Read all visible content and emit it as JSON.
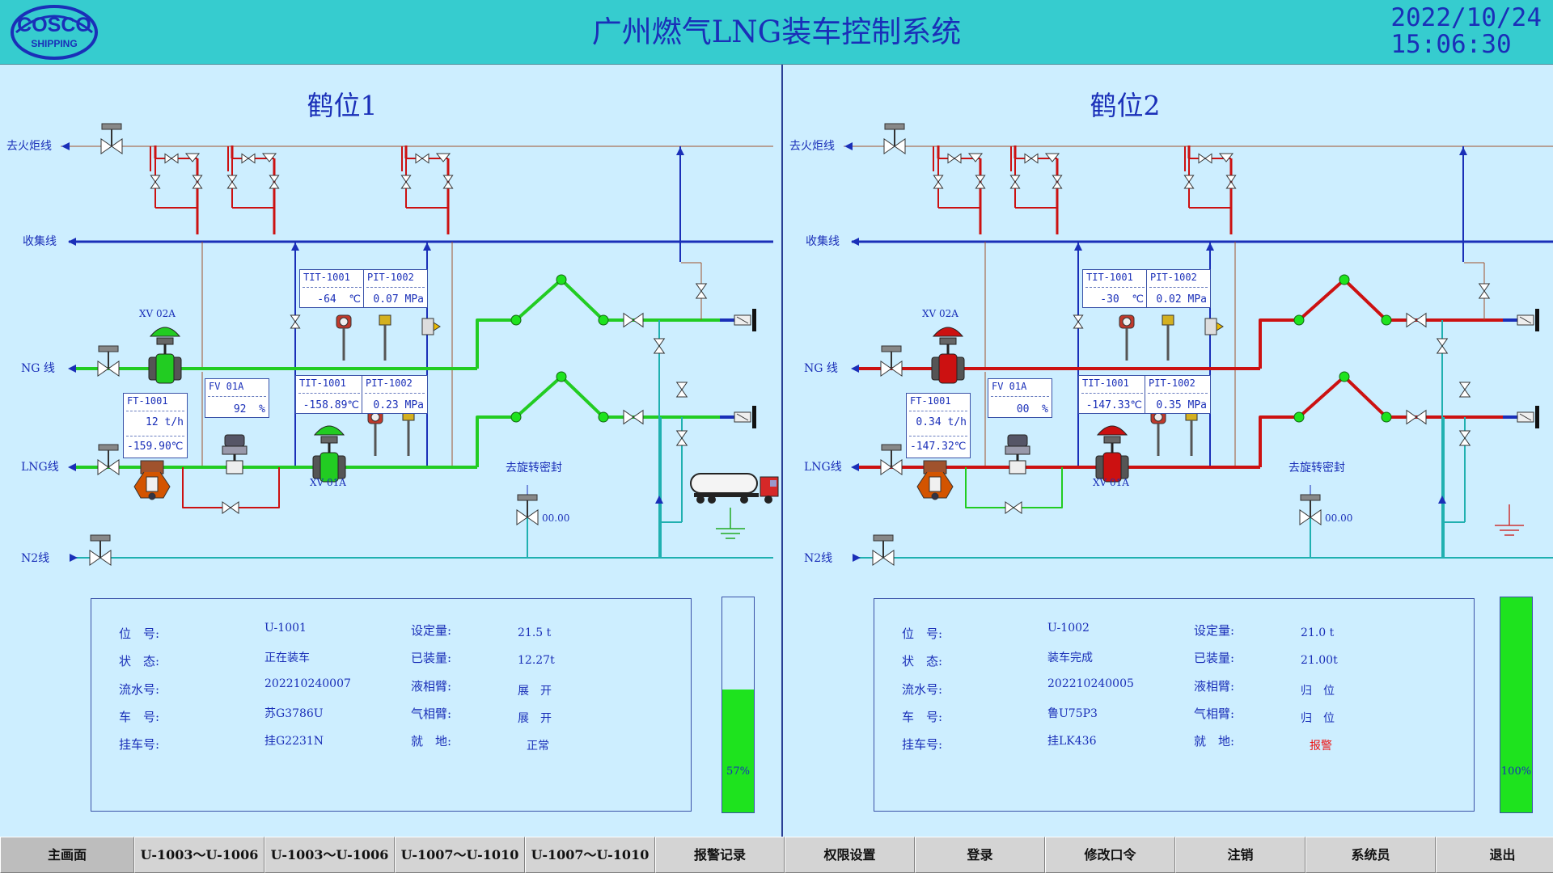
{
  "header": {
    "title": "广州燃气LNG装车控制系统",
    "date": "2022/10/24",
    "time": "15:06:30",
    "logo_text_top": "COSCO",
    "logo_text_bottom": "SHIPPING"
  },
  "lines": {
    "flare": "去火炬线",
    "collect": "收集线",
    "ng": "NG 线",
    "lng": "LNG线",
    "n2": "N2线",
    "seal": "去旋转密封"
  },
  "colors": {
    "pipe_active": "#22cc22",
    "pipe_alarm": "#cc1111",
    "pipe_main": "#1a2fb8",
    "pipe_aux": "#20b0b0",
    "pipe_thin": "#8b4513",
    "accent": "#1a2fb8"
  },
  "positions": [
    {
      "title": "鹤位1",
      "state": "green",
      "xv02a": "XV 02A",
      "xv01a": "XV 01A",
      "tit_top": {
        "tag": "TIT-1001",
        "value": "-64",
        "unit": "℃"
      },
      "pit_top": {
        "tag": "PIT-1002",
        "value": "0.07 MPa"
      },
      "tit_bot": {
        "tag": "TIT-1001",
        "value": "-158.89℃"
      },
      "pit_bot": {
        "tag": "PIT-1002",
        "value": "0.23 MPa"
      },
      "ft": {
        "tag": "FT-1001",
        "flow": "12 t/h",
        "temp": "-159.90℃"
      },
      "fv": {
        "tag": "FV 01A",
        "value": "92",
        "unit": "%"
      },
      "seal_value": "00.00",
      "info": {
        "k_pos": "位　号:",
        "v_pos": "U-1001",
        "k_state": "状　态:",
        "v_state": "正在装车",
        "k_serial": "流水号:",
        "v_serial": "202210240007",
        "k_truck": "车　号:",
        "v_truck": "苏G3786U",
        "k_trailer": "挂车号:",
        "v_trailer": "挂G2231N",
        "k_set": "设定量:",
        "v_set": "21.5  t",
        "k_loaded": "已装量:",
        "v_loaded": "12.27t",
        "k_liquid": "液相臂:",
        "v_liquid": "展　开",
        "k_gas": "气相臂:",
        "v_gas": "展　开",
        "k_ground": "就　地:",
        "v_ground": "正常",
        "ground_color": "#1a2fb8"
      },
      "gauge": {
        "percent": 57,
        "label": "57%"
      }
    },
    {
      "title": "鹤位2",
      "state": "red",
      "xv02a": "XV 02A",
      "xv01a": "XV 01A",
      "tit_top": {
        "tag": "TIT-1001",
        "value": "-30",
        "unit": "℃"
      },
      "pit_top": {
        "tag": "PIT-1002",
        "value": "0.02 MPa"
      },
      "tit_bot": {
        "tag": "TIT-1001",
        "value": "-147.33℃"
      },
      "pit_bot": {
        "tag": "PIT-1002",
        "value": "0.35 MPa"
      },
      "ft": {
        "tag": "FT-1001",
        "flow": "0.34 t/h",
        "temp": "-147.32℃"
      },
      "fv": {
        "tag": "FV 01A",
        "value": "00",
        "unit": "%"
      },
      "seal_value": "00.00",
      "info": {
        "k_pos": "位　号:",
        "v_pos": "U-1002",
        "k_state": "状　态:",
        "v_state": "装车完成",
        "k_serial": "流水号:",
        "v_serial": "202210240005",
        "k_truck": "车　号:",
        "v_truck": "鲁U75P3",
        "k_trailer": "挂车号:",
        "v_trailer": "挂LK436",
        "k_set": "设定量:",
        "v_set": "21.0  t",
        "k_loaded": "已装量:",
        "v_loaded": "21.00t",
        "k_liquid": "液相臂:",
        "v_liquid": "归　位",
        "k_gas": "气相臂:",
        "v_gas": "归　位",
        "k_ground": "就　地:",
        "v_ground": "报警",
        "ground_color": "#ee1111"
      },
      "gauge": {
        "percent": 100,
        "label": "100%"
      }
    }
  ],
  "buttons": [
    {
      "label": "主画面",
      "active": true
    },
    {
      "label": "U-1003～U-1006"
    },
    {
      "label": "U-1003～U-1006"
    },
    {
      "label": "U-1007～U-1010"
    },
    {
      "label": "U-1007～U-1010"
    },
    {
      "label": "报警记录"
    },
    {
      "label": "权限设置"
    },
    {
      "label": "登录"
    },
    {
      "label": "修改口令"
    },
    {
      "label": "注销"
    },
    {
      "label": "系统员"
    },
    {
      "label": "退出"
    }
  ]
}
